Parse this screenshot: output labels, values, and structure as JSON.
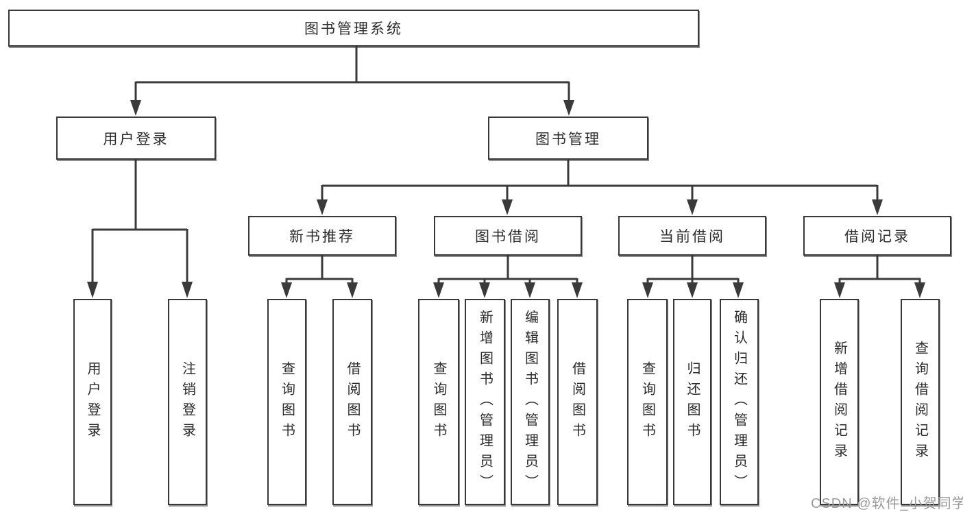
{
  "tree": {
    "label": "图书管理系统",
    "children": [
      {
        "label": "用户登录",
        "children": [
          {
            "label": "用户登录"
          },
          {
            "label": "注销登录"
          }
        ]
      },
      {
        "label": "图书管理",
        "children": [
          {
            "label": "新书推荐",
            "children": [
              {
                "label": "查询图书"
              },
              {
                "label": "借阅图书"
              }
            ]
          },
          {
            "label": "图书借阅",
            "children": [
              {
                "label": "查询图书"
              },
              {
                "label": "新增图书（管理员）"
              },
              {
                "label": "编辑图书（管理员）"
              },
              {
                "label": "借阅图书"
              }
            ]
          },
          {
            "label": "当前借阅",
            "children": [
              {
                "label": "查询图书"
              },
              {
                "label": "归还图书"
              },
              {
                "label": "确认归还（管理员）"
              }
            ]
          },
          {
            "label": "借阅记录",
            "children": [
              {
                "label": "新增借阅记录"
              },
              {
                "label": "查询借阅记录"
              }
            ]
          }
        ]
      }
    ]
  },
  "watermark": {
    "text": "CSDN @软件_小贺同学"
  },
  "colors": {
    "line": "#3a3a3a",
    "border": "#383838",
    "text": "#2b2b2b",
    "background": "#ffffff",
    "watermark": "#9a9a9a"
  }
}
